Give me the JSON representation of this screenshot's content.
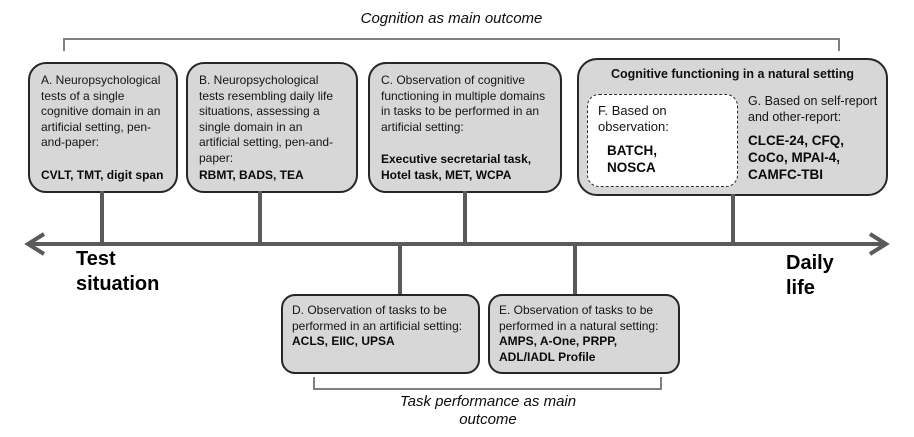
{
  "figure": {
    "top_bracket_label": "Cognition as main outcome",
    "bottom_bracket_label": "Task performance as main\noutcome",
    "axis_left_label": "Test\nsituation",
    "axis_right_label": "Daily\nlife"
  },
  "boxes": {
    "a": {
      "description": "A. Neuropsychological tests of a single cognitive domain in an artificial setting, pen-and-paper:",
      "instruments": "CVLT, TMT, digit span"
    },
    "b": {
      "description": "B. Neuropsychological tests resembling daily life situations, assessing a single domain in an artificial setting, pen-and-paper:",
      "instruments": "RBMT, BADS, TEA"
    },
    "c": {
      "description": "C. Observation of cognitive functioning in multiple domains in tasks to be performed in an artificial setting:",
      "instruments": "Executive secretarial task, Hotel task, MET, WCPA"
    },
    "fg": {
      "header": "Cognitive functioning in a natural setting",
      "f": {
        "description": "F. Based on observation:",
        "instruments": "BATCH,\nNOSCA"
      },
      "g": {
        "description": "G. Based on self-report and other-report:",
        "instruments": "CLCE-24, CFQ, CoCo, MPAI-4, CAMFC-TBI"
      }
    },
    "d": {
      "description": "D. Observation of tasks to be performed in an artificial setting:",
      "instruments": "ACLS, EIIC, UPSA"
    },
    "e": {
      "description": "E. Observation of tasks to be performed in a natural setting:",
      "instruments": "AMPS, A-One, PRPP, ADL/IADL Profile"
    }
  },
  "colors": {
    "box_fill": "#d7d7d7",
    "box_border": "#262626",
    "line_gray": "#5a5a5a",
    "bracket_gray": "#7f7f7f"
  }
}
